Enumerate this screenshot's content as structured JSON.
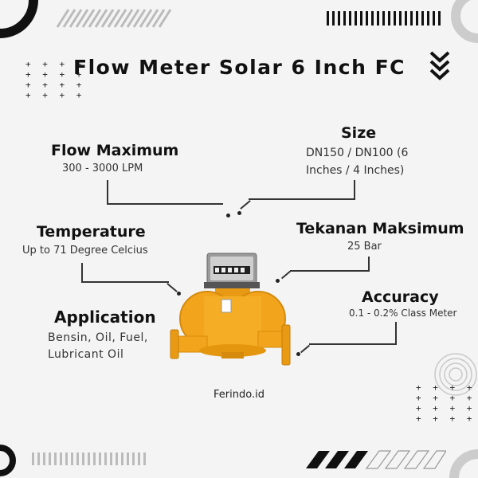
{
  "title": "Flow Meter Solar 6 Inch FC",
  "features": {
    "flow_maximum": {
      "heading": "Flow Maximum",
      "value": "300 - 3000 LPM"
    },
    "size": {
      "heading": "Size",
      "value_line1": "DN150 / DN100 (6",
      "value_line2": "Inches / 4 Inches)"
    },
    "temperature": {
      "heading": "Temperature",
      "value": "Up to 71 Degree Celcius"
    },
    "pressure": {
      "heading": "Tekanan Maksimum",
      "value": "25 Bar"
    },
    "application": {
      "heading": "Application",
      "value_line1": "Bensin, Oil, Fuel,",
      "value_line2": "Lubricant Oil"
    },
    "accuracy": {
      "heading": "Accuracy",
      "value": "0.1 - 0.2%  Class Meter"
    }
  },
  "watermark": "Ferindo.id",
  "colors": {
    "background": "#f4f4f4",
    "product_yellow": "#f2a51c",
    "text": "#111111"
  },
  "icons": [
    "chevron-down-icon",
    "plus-grid-icon",
    "concentric-circles-icon"
  ]
}
